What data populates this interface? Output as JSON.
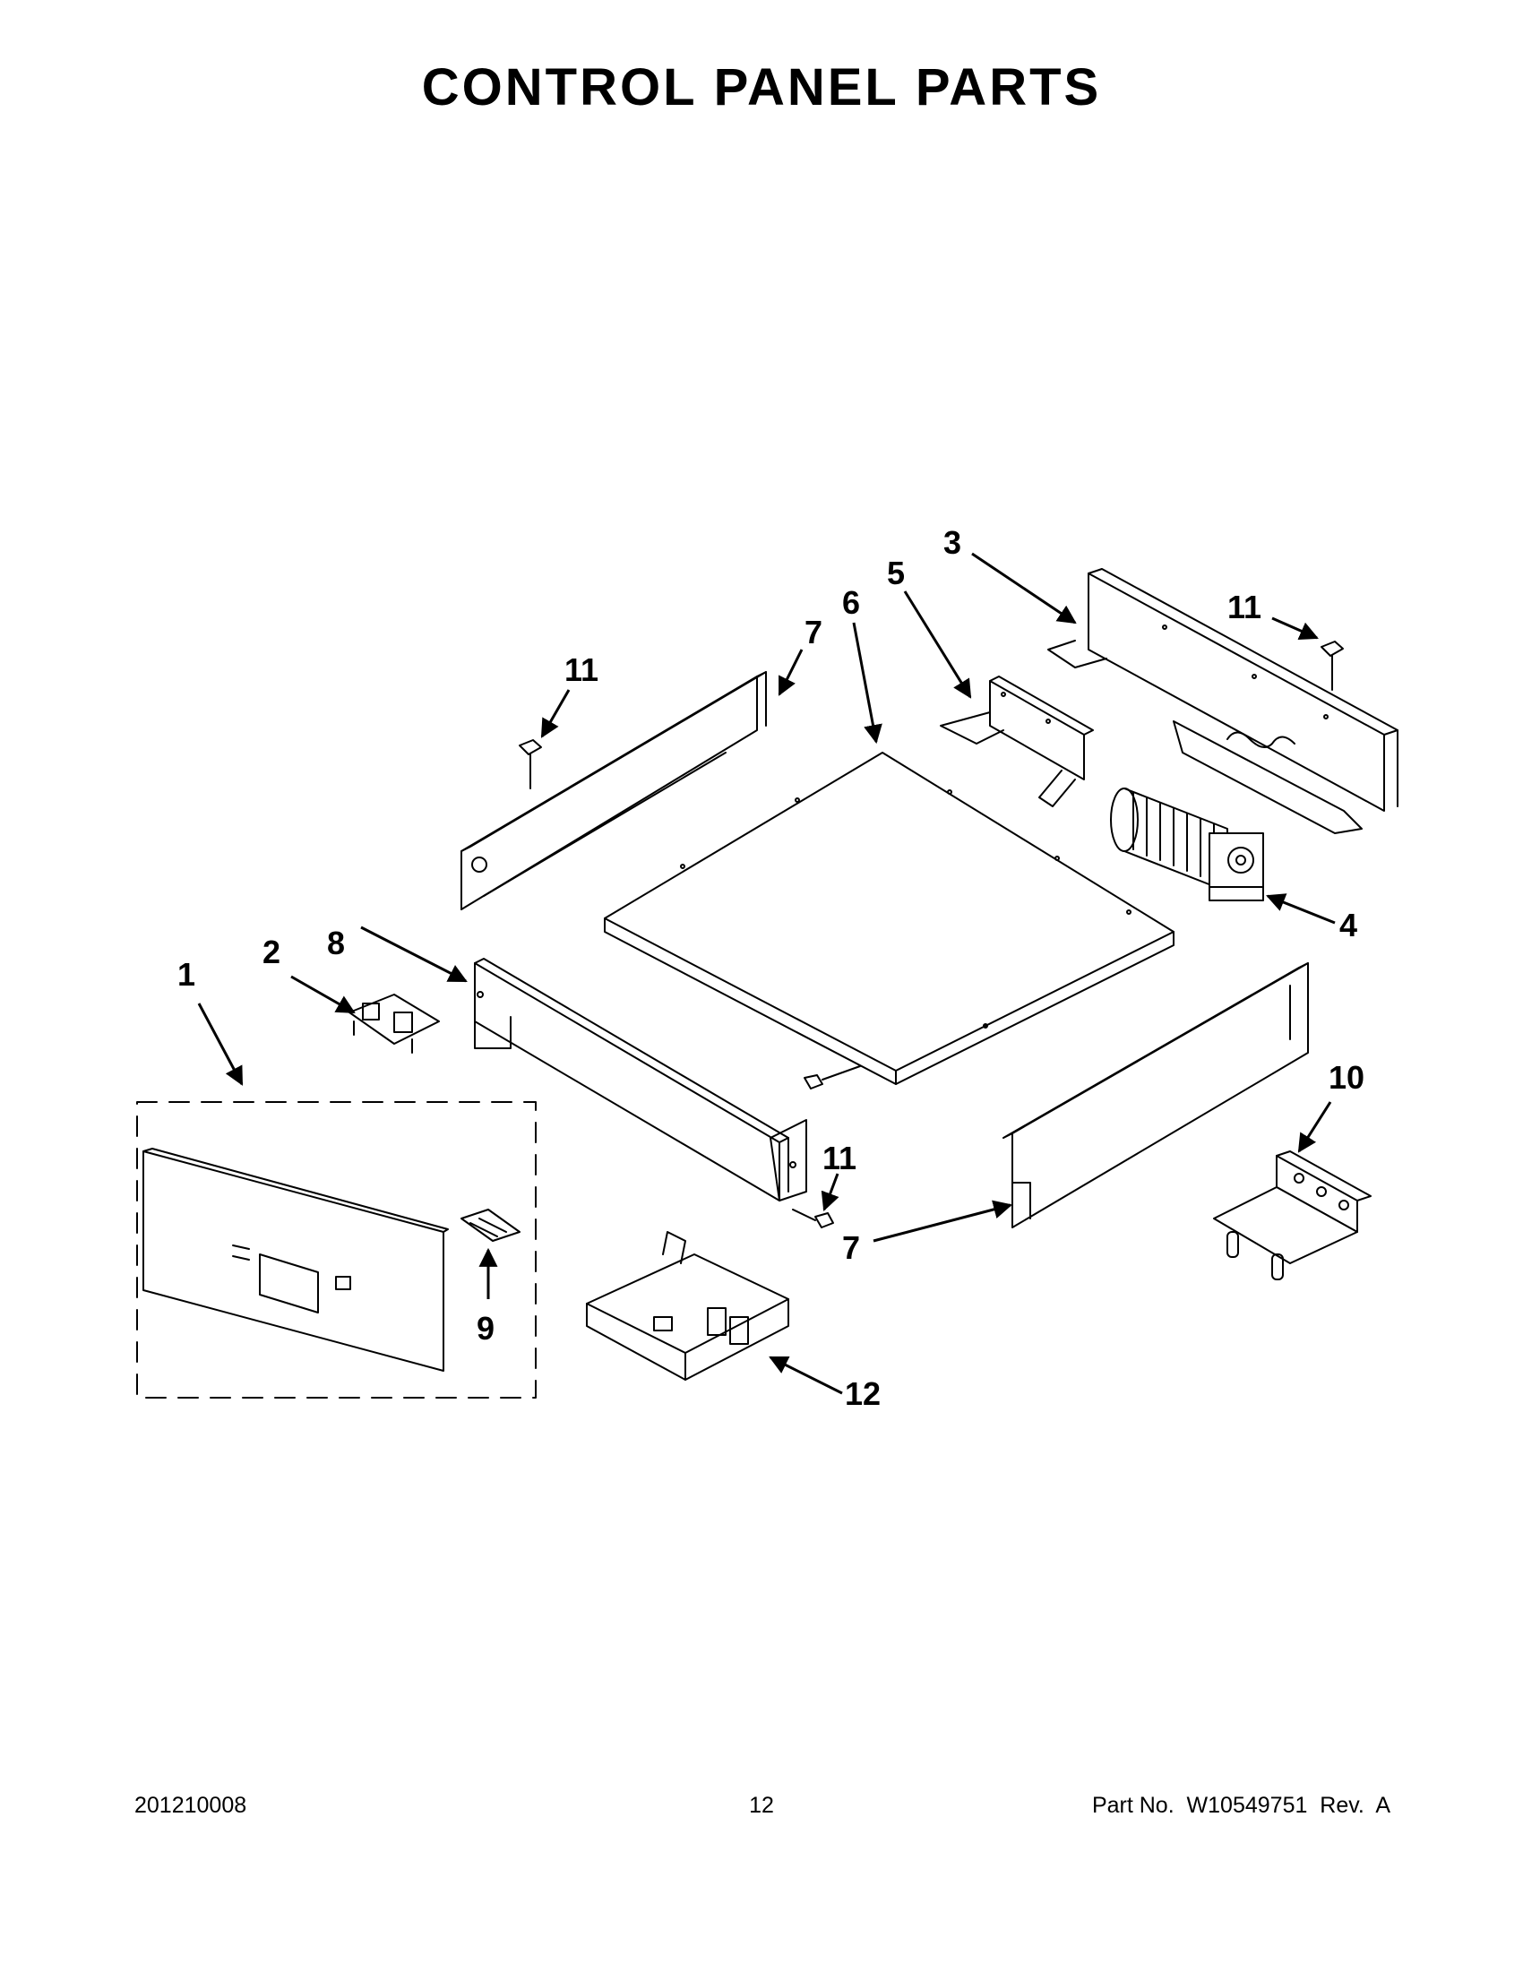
{
  "title": "CONTROL PANEL PARTS",
  "callouts": {
    "c1": "1",
    "c2": "2",
    "c3": "3",
    "c4": "4",
    "c5": "5",
    "c6": "6",
    "c7a": "7",
    "c7b": "7",
    "c8": "8",
    "c9": "9",
    "c10": "10",
    "c11a": "11",
    "c11b": "11",
    "c11c": "11",
    "c12": "12"
  },
  "footer": {
    "left": "201210008",
    "center": "12",
    "right": "Part No.  W10549751  Rev.  A"
  }
}
